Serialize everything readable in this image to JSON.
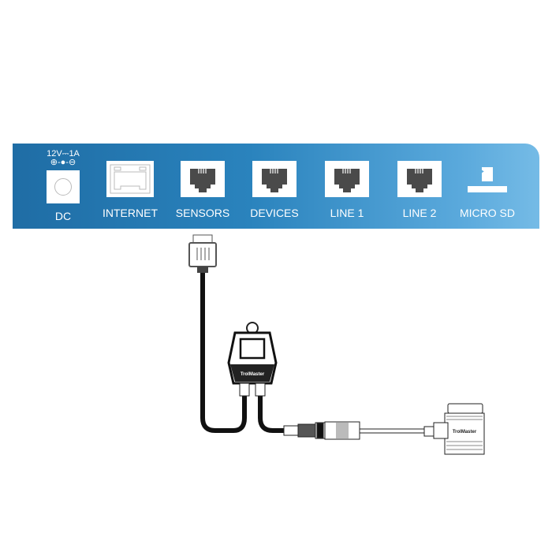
{
  "panel": {
    "ports": [
      {
        "id": "dc",
        "label": "DC",
        "rating": "12V⎓1A",
        "polarity": "⊕-●-⊖"
      },
      {
        "id": "internet",
        "label": "INTERNET"
      },
      {
        "id": "sensors",
        "label": "SENSORS"
      },
      {
        "id": "devices",
        "label": "DEVICES"
      },
      {
        "id": "line1",
        "label": "LINE 1"
      },
      {
        "id": "line2",
        "label": "LINE 2"
      },
      {
        "id": "microsd",
        "label": "MICRO SD"
      }
    ]
  },
  "accessory": {
    "logo_text": "TrolMaster"
  },
  "colors": {
    "panel_dark": "#1f6da5",
    "panel_light": "#75bbe6",
    "jack": "#4a4a4a"
  }
}
